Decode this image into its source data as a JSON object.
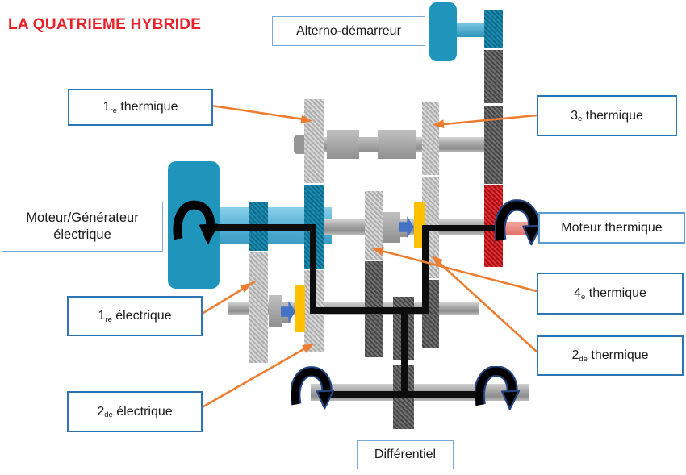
{
  "title": "LA QUATRIEME HYBRIDE",
  "boxes": {
    "alterno": {
      "text": "Alterno-démarreur"
    },
    "first_thermal": {
      "num": "1",
      "sub": "re",
      "rest": " thermique"
    },
    "third_thermal": {
      "num": "3",
      "sub": "e",
      "rest": " thermique"
    },
    "motor_generator": {
      "line1": "Moteur/Générateur",
      "line2": "électrique"
    },
    "engine": {
      "text": "Moteur thermique"
    },
    "first_electric": {
      "num": "1",
      "sub": "re",
      "rest": " électrique"
    },
    "fourth_thermal": {
      "num": "4",
      "sub": "e",
      "rest": " thermique"
    },
    "second_thermal": {
      "num": "2",
      "sub": "de",
      "rest": " thermique"
    },
    "second_electric": {
      "num": "2",
      "sub": "de",
      "rest": " électrique"
    },
    "differential": {
      "text": "Différentiel"
    }
  },
  "icons": {
    "rotation": "rotation-arrow",
    "shift": "shift-right-block-arrow",
    "leader": "orange-leader-arrow"
  },
  "colors": {
    "title_red": "#e62129",
    "box_border_strong": "#2e75b6",
    "box_border_mid": "#5b9bd5",
    "box_border_light": "#7da7d8",
    "leader_orange": "#ed7d31",
    "motor_teal": "#2095bc",
    "shaft_blue": "#55b1d7",
    "sync_yellow": "#ffc000",
    "shift_blue": "#4472c4",
    "power_black": "#0d0d0d",
    "rotation_navy": "#24437c"
  }
}
